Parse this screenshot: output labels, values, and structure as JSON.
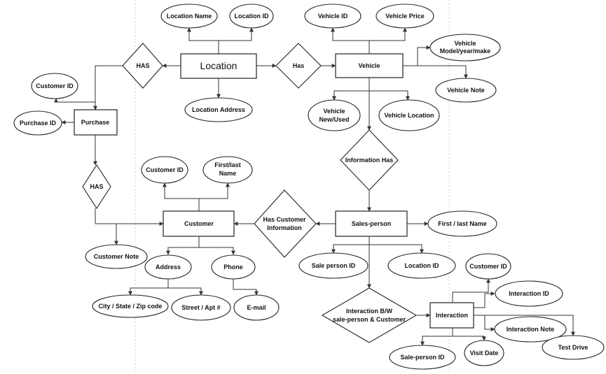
{
  "entities": {
    "location": "Location",
    "vehicle": "Vehicle",
    "purchase": "Purchase",
    "customer": "Customer",
    "sales_person": "Sales-person",
    "interaction": "Interaction"
  },
  "relationships": {
    "location_has_vehicle": "Has",
    "location_has_purchase": "HAS",
    "purchase_has_customer": "HAS",
    "vehicle_information_has": "Information Has",
    "has_customer_information": [
      "Has Customer",
      "Information"
    ],
    "interaction_bw": [
      "Interaction B/W",
      "sale-person & Customer"
    ]
  },
  "attributes": {
    "location_name": "Location Name",
    "location_id": "Location ID",
    "location_address": "Location Address",
    "vehicle_id": "Vehicle ID",
    "vehicle_price": "Vehicle Price",
    "vehicle_model": [
      "Vehicle",
      "Model/year/make"
    ],
    "vehicle_note": "Vehicle Note",
    "vehicle_new_used": [
      "Vehicle",
      "New/Used"
    ],
    "vehicle_location": "Vehicle Location",
    "purchase_customer_id": "Customer ID",
    "purchase_id": "Purchase ID",
    "customer_id": "Customer ID",
    "customer_name": [
      "First/last",
      "Name"
    ],
    "customer_note": "Customer Note",
    "customer_address": "Address",
    "customer_phone": "Phone",
    "address_city": "City / State / Zip code",
    "address_street": "Street / Apt #",
    "phone_email": "E-mail",
    "sp_name": "First / last Name",
    "sp_id": "Sale person ID",
    "sp_location_id": "Location ID",
    "int_customer_id": "Customer ID",
    "int_id": "Interaction ID",
    "int_note": "Interaction Note",
    "int_test_drive": "Test Drive",
    "int_sale_person_id": "Sale-person ID",
    "int_visit_date": "Visit Date"
  }
}
